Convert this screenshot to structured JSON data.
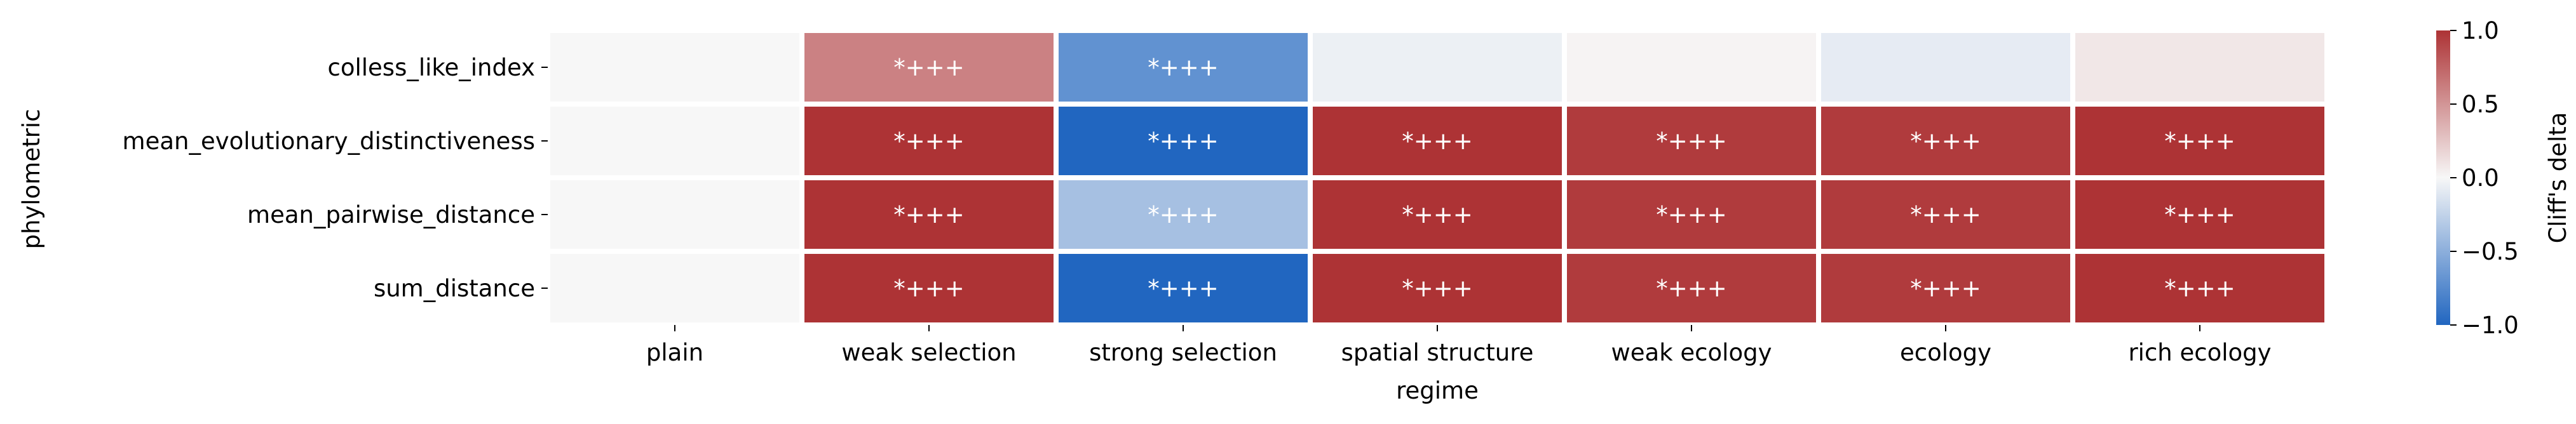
{
  "chart_data": {
    "type": "heatmap",
    "title": "",
    "xlabel": "regime",
    "ylabel": "phylometric",
    "columns": [
      "plain",
      "weak selection",
      "strong selection",
      "spatial structure",
      "weak ecology",
      "ecology",
      "rich ecology"
    ],
    "rows": [
      "colless_like_index",
      "mean_evolutionary_distinctiveness",
      "mean_pairwise_distance",
      "sum_distance"
    ],
    "values": [
      [
        0.0,
        0.6,
        -0.7,
        -0.05,
        0.02,
        -0.08,
        0.08
      ],
      [
        0.0,
        1.0,
        -1.0,
        1.0,
        0.96,
        0.96,
        1.0
      ],
      [
        0.0,
        1.0,
        -0.38,
        1.0,
        0.96,
        0.96,
        1.0
      ],
      [
        0.0,
        1.0,
        -1.0,
        1.0,
        0.96,
        0.96,
        1.0
      ]
    ],
    "annotations": [
      [
        "",
        "*+++",
        "*+++",
        "",
        "",
        "",
        ""
      ],
      [
        "",
        "*+++",
        "*+++",
        "*+++",
        "*+++",
        "*+++",
        "*+++"
      ],
      [
        "",
        "*+++",
        "*+++",
        "*+++",
        "*+++",
        "*+++",
        "*+++"
      ],
      [
        "",
        "*+++",
        "*+++",
        "*+++",
        "*+++",
        "*+++",
        "*+++"
      ]
    ],
    "colorbar": {
      "label": "Cliff's delta",
      "range": [
        -1.0,
        1.0
      ],
      "ticks": [
        "−1.0",
        "−0.5",
        "0.0",
        "0.5",
        "1.0"
      ],
      "colors": {
        "low": "#2166c0",
        "mid": "#f7f7f7",
        "high": "#ad3335"
      }
    },
    "grid": false,
    "legend": "right"
  }
}
